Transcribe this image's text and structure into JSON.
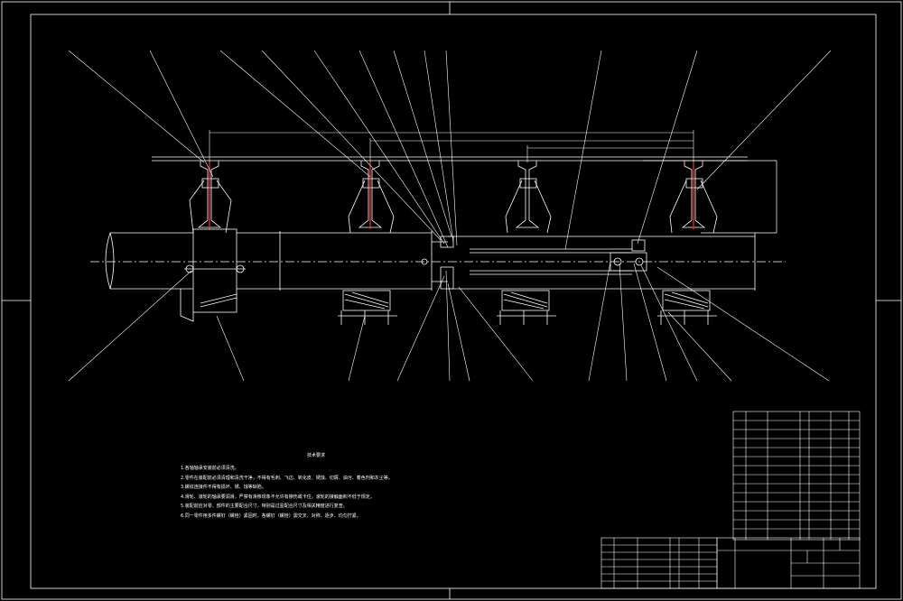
{
  "drawing": {
    "technical_notes_title": "技术要求",
    "technical_notes": [
      "1.各轴轴承安装前必须清洗。",
      "2.零件在装配前必须清理和清洗干净，不得有毛刺、飞边、氧化皮、锈蚀、切屑、油污、着色剂和灰尘等。",
      "3.螺纹连接件不得有损坏、锈、蚀等缺陷。",
      "4.滑轮、滚轮的轴承要润滑，严禁有滑移现象不允许有擦伤或卡住，滚轮的接触面积不低于规定。",
      "5.装配前应对零、部件的主要配合尺寸，特别是过盈配合尺寸及相关精度进行复查。",
      "6.同一零件用多件螺钉（螺栓）紧固时，各螺钉（螺栓）需交叉、对称、逐步、均匀拧紧。"
    ]
  },
  "colors": {
    "background": "#000000",
    "line": "#ffffff",
    "rail_accent": "#ff3030"
  }
}
